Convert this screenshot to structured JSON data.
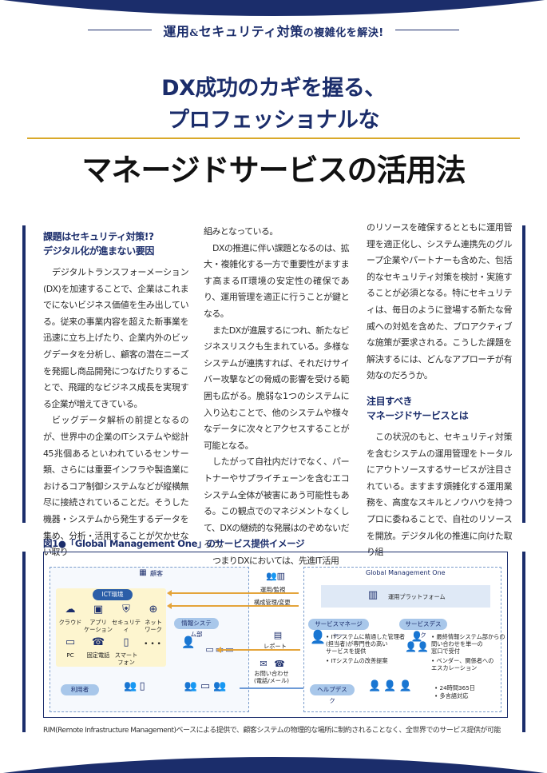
{
  "kicker": {
    "part1": "運用",
    "amp": "&",
    "part2": "セキュリティ対策",
    "part3": "の複雑化を解決!"
  },
  "headline": {
    "line1": "DX成功のカギを握る、",
    "line2": "プロフェッショナルな",
    "title": "マネージドサービスの活用法"
  },
  "article": {
    "section1_heading_line1": "課題はセキュリティ対策!?",
    "section1_heading_line2": "デジタル化が進まない要因",
    "col1_p1": "デジタルトランスフォーメーション(DX)を加速することで、企業はこれまでにないビジネス価値を生み出している。従来の事業内容を超えた新事業を迅速に立ち上げたり、企業内外のビッグデータを分析し、顧客の潜在ニーズを発掘し商品開発につなげたりすることで、飛躍的なビジネス成長を実現する企業が増えてきている。",
    "col1_p2": "ビッグデータ解析の前提となるのが、世界中の企業のITシステムや総計45兆個あるといわれているセンサー類、さらには重要インフラや製造業におけるコア制御システムなどが縦横無尽に接続されていることだ。そうした機器・システムから発生するデータを集め、分析・活用することが欠かせない取り",
    "col2_p1": "組みとなっている。",
    "col2_p2": "DXの推進に伴い課題となるのは、拡大・複雑化する一方で重要性がますます高まるIT環境の安定性の確保であり、運用管理を適正に行うことが鍵となる。",
    "col2_p3": "またDXが進展するにつれ、新たなビジネスリスクも生まれている。多様なシステムが連携すれば、それだけサイバー攻撃などの脅威の影響を受ける範囲も広がる。脆弱な1つのシステムに入り込むことで、他のシステムや様々なデータに次々とアクセスすることが可能となる。",
    "col2_p4": "したがって自社内だけでなく、パートナーやサプライチェーンを含むエコシステム全体が被害にあう可能性もある。この観点でのマネジメントなくして、DXの継続的な発展はのぞめないだろう。",
    "col2_p5": "つまりDXにおいては、先進IT活用",
    "col3_p1": "のリソースを確保するとともに運用管理を適正化し、システム連携先のグループ企業やパートナーも含めた、包括的なセキュリティ対策を検討・実施することが必須となる。特にセキュリティは、毎日のように登場する新たな脅威への対処を含めた、プロアクティブな施策が要求される。こうした課題を解決するには、どんなアプローチが有効なのだろうか。",
    "section2_heading_line1": "注目すべき",
    "section2_heading_line2": "マネージドサービスとは",
    "col3_p2": "この状況のもと、セキュリティ対策を含むシステムの運用管理をトータルにアウトソースするサービスが注目されている。ますます煩雑化する運用業務を、高度なスキルとノウハウを持つプロに委ねることで、自社のリソースを開放。デジタル化の推進に向けた取り組"
  },
  "figure": {
    "title": "図1●「Global Management One」のサービス提供イメージ",
    "caption": "RIM(Remote Infrastructure Management)ベースによる提供で、顧客システムの物理的な場所に制約されることなく、全世界でのサービス提供が可能",
    "customer_label": "顧客",
    "ict_label": "ICT環境",
    "ict_items": [
      "クラウド",
      "アプリ\nケーション",
      "セキュリティ",
      "ネット\nワーク",
      "PC",
      "固定電話",
      "スマート\nフォン",
      "• • •"
    ],
    "it_dept_label": "情報システム部",
    "users_label": "利用者",
    "gmo_label": "Global Management One",
    "platform_label": "運用プラットフォーム",
    "service_manager_label": "サービスマネージャー",
    "service_desk_label": "サービスデスク",
    "helpdesk_label": "ヘルプデスク",
    "flow_ops": "運用/監視",
    "flow_change": "構成管理/変更",
    "flow_report": "レポート",
    "flow_inquiry": "お問い合わせ\n(電話/メール)",
    "sm_note1": "• ITシステムに精通した管理者\n(担当者)が専門性の高い\nサービスを提供",
    "sm_note2": "• ITシステムの改善提案",
    "sd_note1": "• 最終情報システム部からの\n問い合わせを単一の\n窓口で受付",
    "sd_note2": "• ベンダー、関係者への\nエスカレーション",
    "hd_note1": "• 24時間365日",
    "hd_note2": "• 多言語対応"
  },
  "colors": {
    "navy": "#1b2d6b",
    "gold": "#d9a92a"
  }
}
